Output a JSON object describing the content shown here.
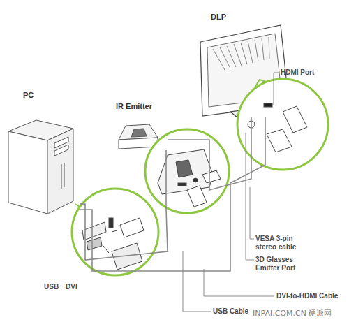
{
  "diagram": {
    "nodes": [
      {
        "text": [
          "PC"
        ]
      },
      {
        "text": [
          "IR Emitter"
        ]
      },
      {
        "text": [
          "DLP"
        ]
      }
    ],
    "edges": [
      {
        "from": 0,
        "to": 1,
        "arrow": "none"
      },
      {
        "from": 0,
        "to": 2,
        "arrow": "none"
      },
      {
        "from": 1,
        "to": 2,
        "arrow": "none"
      }
    ],
    "labels": [
      "HDMI Port",
      "VESA 3-pin stereo cable",
      "3D Glasses Emitter Port",
      "USB",
      "DVI",
      "DVI-to-HDMI Cable",
      "USB Cable",
      "INPAI.COM.CN 硬派网"
    ]
  }
}
